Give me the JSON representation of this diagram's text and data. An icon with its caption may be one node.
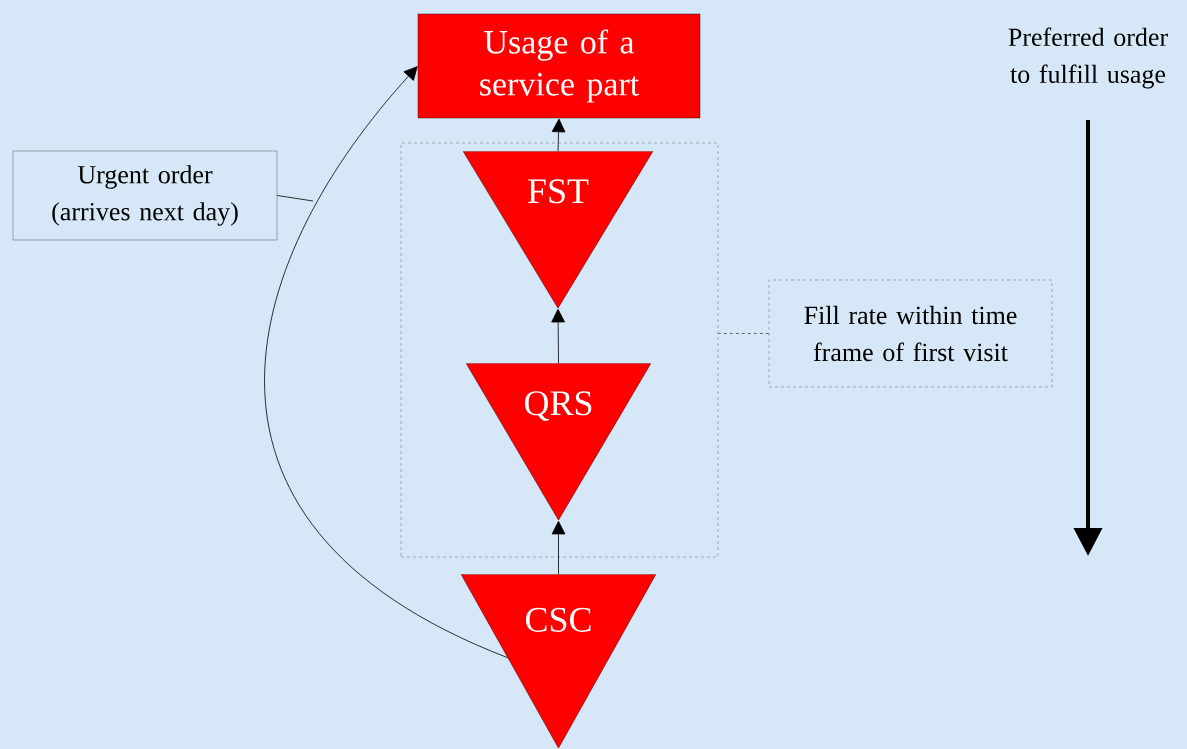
{
  "diagram": {
    "nodes": [
      {
        "text": [
          "Usage of a service part"
        ]
      },
      {
        "text": [
          "Urgent order (arrives next day)"
        ]
      },
      {
        "text": [],
        "shape": "box"
      },
      {
        "text": [
          "FST"
        ],
        "in": 2
      },
      {
        "text": [
          "QRS"
        ],
        "in": 2
      },
      {
        "text": [
          "Fill rate within time frame of first visit"
        ]
      },
      {
        "text": [
          "CSC"
        ]
      }
    ],
    "edges": [
      {
        "from": 6,
        "to": 4,
        "arrow": "to"
      },
      {
        "from": 4,
        "to": 3,
        "arrow": "to"
      },
      {
        "from": 3,
        "to": 0,
        "arrow": "to"
      },
      {
        "from": 6,
        "to": 0,
        "arrow": "to"
      },
      {
        "from": 1,
        "to": null,
        "arrow": "none"
      },
      {
        "from": 5,
        "to": 2,
        "arrow": "none",
        "style": "dashed"
      }
    ],
    "labels": [
      "Preferred order to fulfill usage"
    ]
  }
}
